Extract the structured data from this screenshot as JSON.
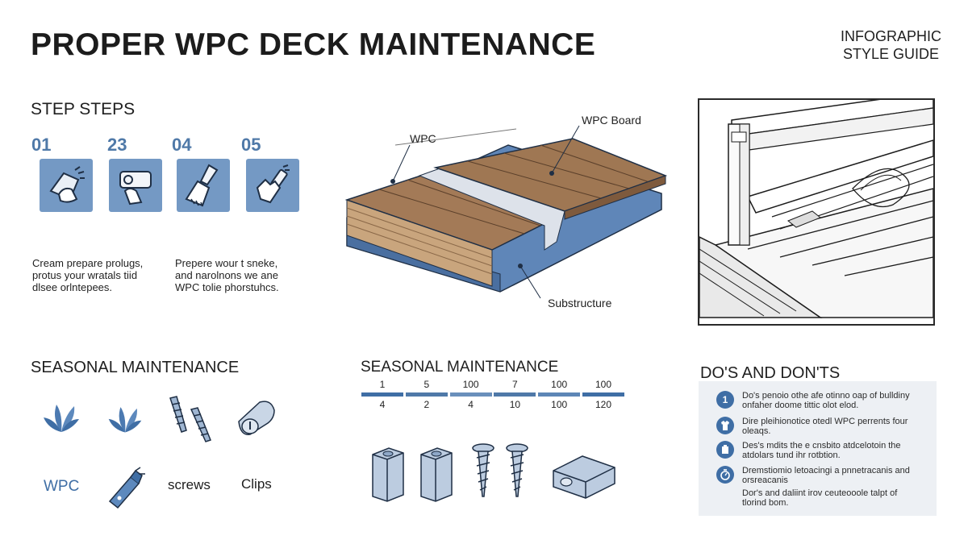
{
  "header": {
    "title": "PROPER WPC DECK MAINTENANCE",
    "brand_line1": "INFOGRAPHIC",
    "brand_line2": "STYLE GUIDE"
  },
  "steps": {
    "heading": "STEP STEPS",
    "numbers": [
      "01",
      "23",
      "04",
      "05"
    ],
    "icons": [
      "cloth-wipe-icon",
      "scrub-pad-icon",
      "brush-icon",
      "glove-spray-icon"
    ],
    "text_left": [
      "Cream prepare prolugs,",
      "protus your wratals tiid",
      "dlsee orlntepees."
    ],
    "text_right": [
      "Prepere wour t sneke,",
      "and narolnons we ane",
      "WPC tolie phorstuhcs."
    ]
  },
  "diagram": {
    "label_wpc": "WPC",
    "label_board": "WPC Board",
    "label_sub": "Substructure"
  },
  "seasonal_left": {
    "heading": "SEASONAL MAINTENANCE",
    "icons": [
      "leaf-icon",
      "leaf-icon",
      "screw-icon",
      "clip-icon",
      "spray-bottle-icon"
    ],
    "labels": {
      "wpc": "WPC",
      "screws": "screws",
      "clips": "Clips"
    }
  },
  "seasonal_right": {
    "heading": "SEASONAL MAINTENANCE",
    "top_values": [
      "1",
      "5",
      "100",
      "7",
      "100",
      "100"
    ],
    "bottom_values": [
      "4",
      "2",
      "4",
      "10",
      "100",
      "120"
    ],
    "icons": [
      "post-icon",
      "post-icon",
      "screw-icon",
      "screw-icon",
      "clip-block-icon"
    ]
  },
  "dos": {
    "heading": "DO'S AND DON'TS",
    "items": [
      {
        "badge": "1",
        "icon": "number-icon",
        "lines": [
          "Do's penoio othe afe otinno oap of bulldiny",
          "onfaher doome tittic olot elod."
        ]
      },
      {
        "badge": "",
        "icon": "shirt-icon",
        "lines": [
          "Dire pleihionotice otedl WPC perrents four",
          "oleaqs."
        ]
      },
      {
        "badge": "",
        "icon": "tag-icon",
        "lines": [
          "Des's mdits the e cnsbito atdcelotoin the",
          "atdolars tund ihr rotbtion."
        ]
      },
      {
        "badge": "",
        "icon": "timer-icon",
        "lines": [
          "Dremstiomio letoacingi a pnnetracanis and",
          "orsreacanis"
        ]
      },
      {
        "badge": "",
        "icon": "",
        "lines": [
          "Dor's and daliint irov ceuteooole talpt of",
          "tlorind bom."
        ]
      }
    ]
  },
  "colors": {
    "accent": "#4f79a8",
    "icon_fill": "#7499c4",
    "dark_blue": "#3f6ea5",
    "wood": "#9b7352",
    "panel": "#edf0f4"
  }
}
